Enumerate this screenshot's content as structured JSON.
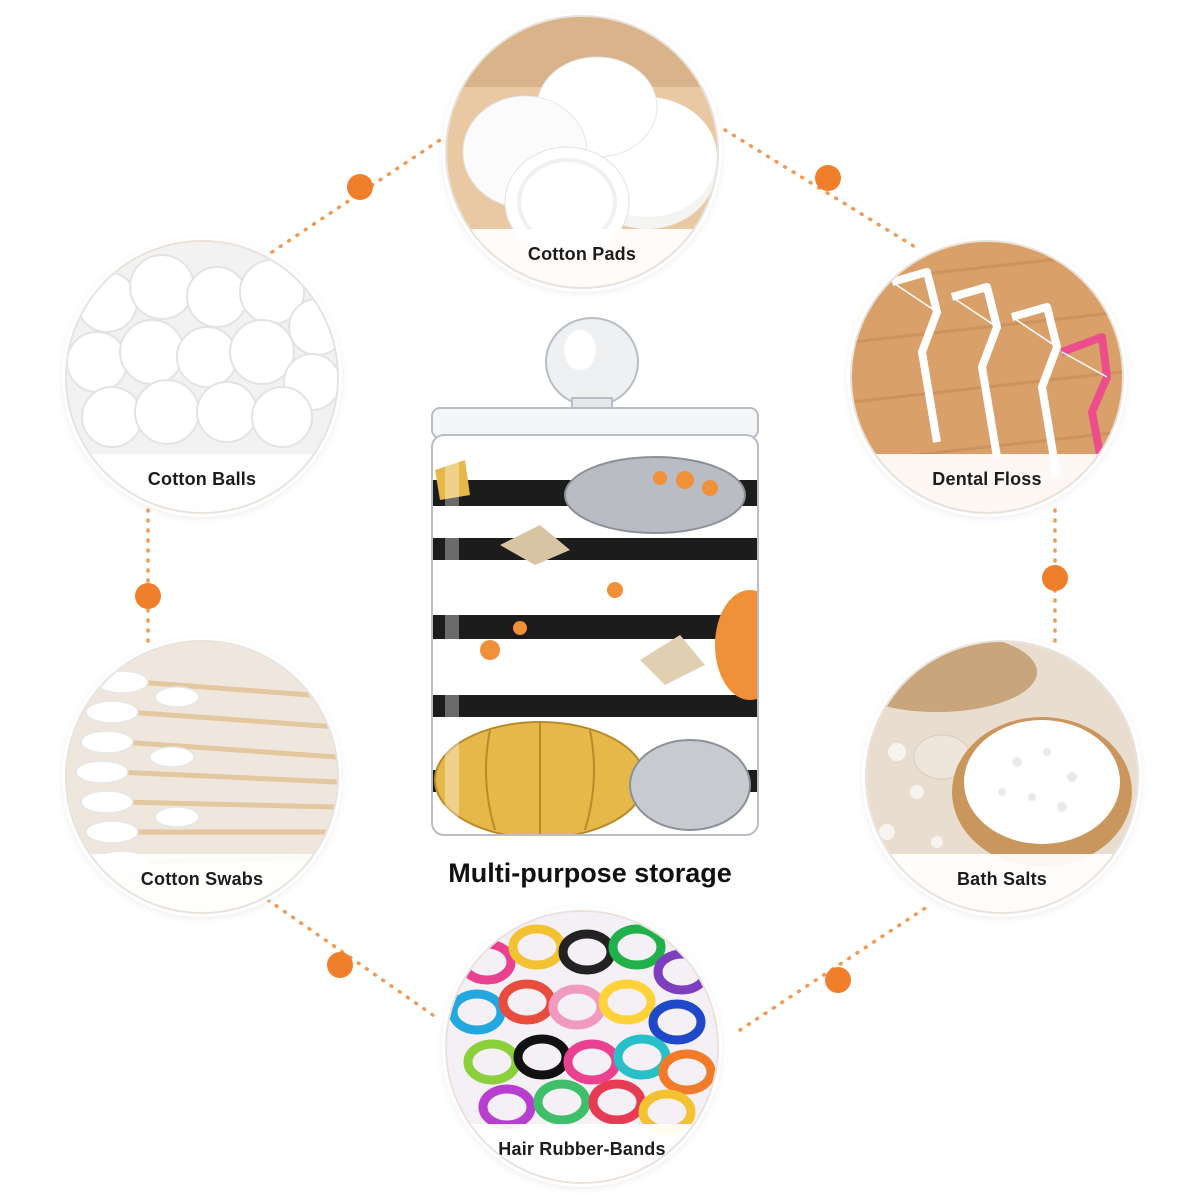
{
  "caption": "Multi-purpose storage",
  "items": {
    "cotton_pads": "Cotton Pads",
    "cotton_balls": "Cotton Balls",
    "dental_floss": "Dental Floss",
    "cotton_swabs": "Cotton Swabs",
    "bath_salts": "Bath Salts",
    "hair_bands": "Hair Rubber-Bands"
  },
  "colors": {
    "accent": "#f07f2c",
    "dots": "#f29a55",
    "stripe": "#1c1c1c",
    "pumpkin_yellow": "#e6b84a",
    "pumpkin_grey": "#b9bcc2",
    "wood": "#d9a06a"
  }
}
